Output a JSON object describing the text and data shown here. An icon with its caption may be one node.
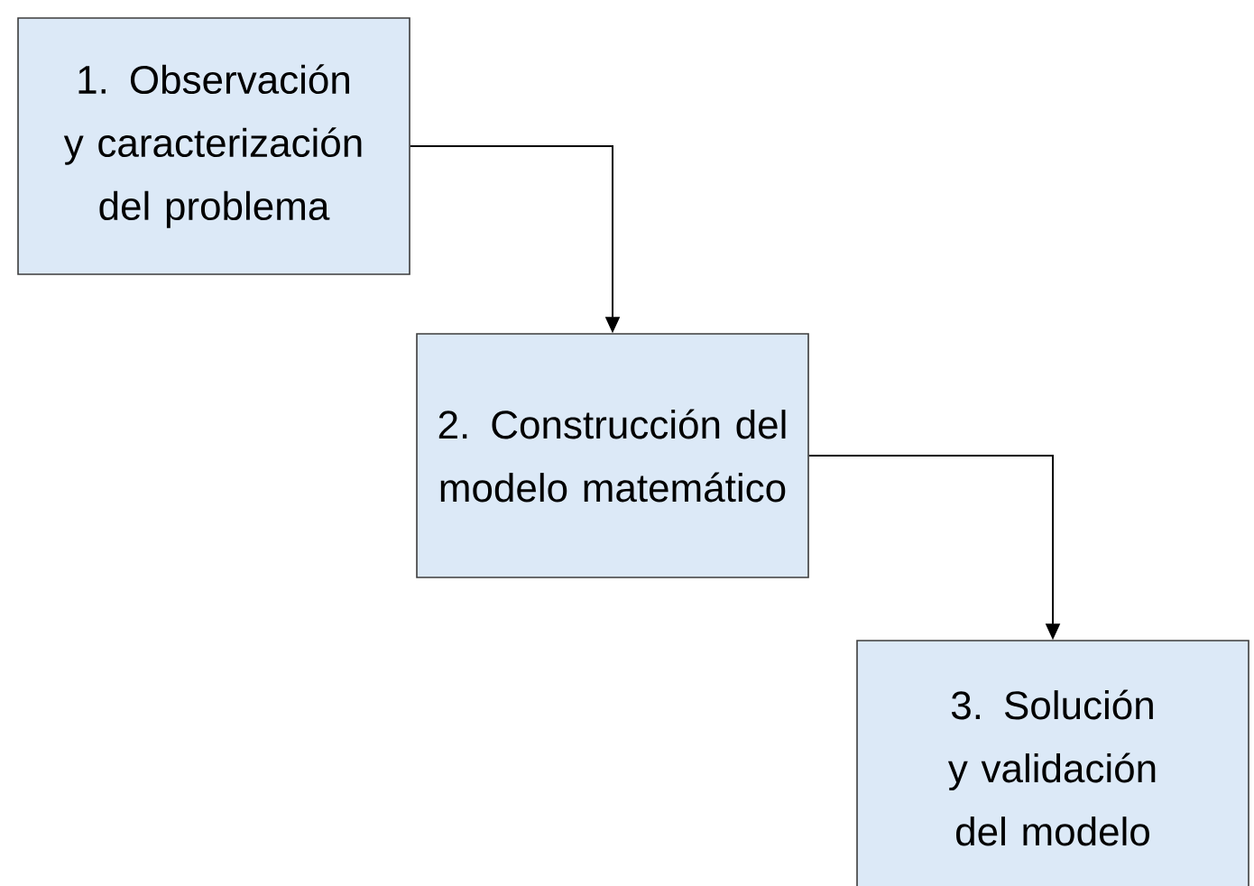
{
  "diagram": {
    "nodes": [
      {
        "text": [
          "1. Observación y caracterización del problema"
        ]
      },
      {
        "text": [
          "2. Construcción del modelo matemático"
        ]
      },
      {
        "text": [
          "3. Solución y validación del modelo"
        ]
      }
    ],
    "edges": [
      {
        "from": 0,
        "to": 1,
        "arrow": "to"
      },
      {
        "from": 1,
        "to": 2,
        "arrow": "to"
      }
    ]
  }
}
